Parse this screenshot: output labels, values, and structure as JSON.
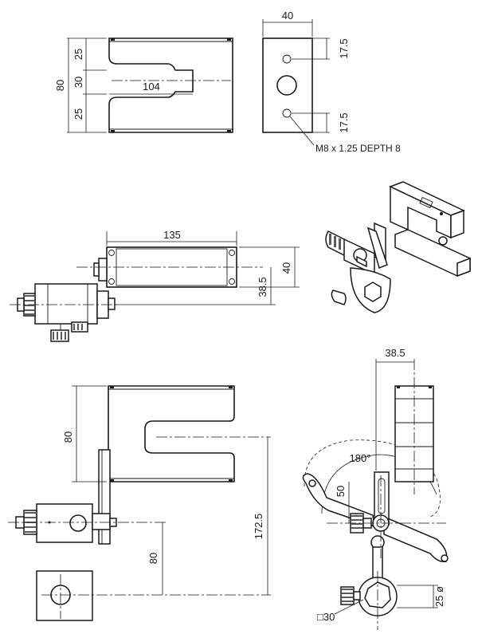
{
  "dimensions": {
    "top_height": "80",
    "top_slot_upper": "25",
    "top_slot_mid": "30",
    "top_slot_lower": "25",
    "top_slot_depth": "104",
    "end_width": "40",
    "end_hole_upper": "17.5",
    "end_hole_lower": "17.5",
    "thread_note": "M8 x 1.25 DEPTH 8",
    "mid_length": "135",
    "mid_width": "40",
    "mid_offset": "38.5",
    "front_slot": "80",
    "front_height": "172.5",
    "front_base": "80",
    "side_offset": "38.5",
    "swing_angle": "180°",
    "swing_radius": "50",
    "bore_dia": "25 ø",
    "square_size": "□30"
  },
  "colors": {
    "line": "#1a1a1a",
    "background": "#ffffff"
  }
}
